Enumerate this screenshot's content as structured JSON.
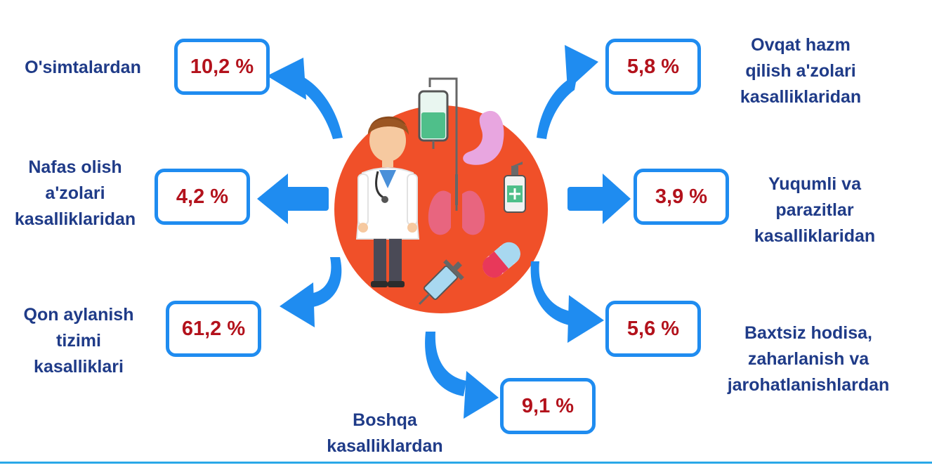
{
  "chart_data": {
    "type": "infographic",
    "unit": "%",
    "items": [
      {
        "key": "osimtalardan",
        "label": "O'simtalardan",
        "value": 10.2,
        "display": "10,2 %"
      },
      {
        "key": "nafas",
        "label": "Nafas olish\na'zolari\nkasalliklaridan",
        "value": 4.2,
        "display": "4,2 %"
      },
      {
        "key": "qon",
        "label": "Qon aylanish\ntizimi\nkasalliklari",
        "value": 61.2,
        "display": "61,2 %"
      },
      {
        "key": "boshqa",
        "label": "Boshqa\nkasalliklardan",
        "value": 9.1,
        "display": "9,1 %"
      },
      {
        "key": "ovqat",
        "label": "Ovqat hazm\nqilish a'zolari\nkasalliklaridan",
        "value": 5.8,
        "display": "5,8 %"
      },
      {
        "key": "yuqumli",
        "label": "Yuqumli va\nparazitlar\nkasalliklaridan",
        "value": 3.9,
        "display": "3,9 %"
      },
      {
        "key": "baxtsiz",
        "label": "Baxtsiz hodisa,\nzaharlanish va\njarohatlanishlardan",
        "value": 5.6,
        "display": "5,6 %"
      }
    ]
  },
  "colors": {
    "arrow": "#1f8cf0",
    "box_border": "#1f8cf0",
    "value_text": "#b3121c",
    "label_text": "#1f3b88",
    "circle": "#f05029",
    "rule": "#2aa8e8"
  },
  "icons": [
    "doctor-icon",
    "iv-drip-icon",
    "stomach-icon",
    "lungs-icon",
    "sanitizer-icon",
    "pill-icon",
    "syringe-icon"
  ]
}
